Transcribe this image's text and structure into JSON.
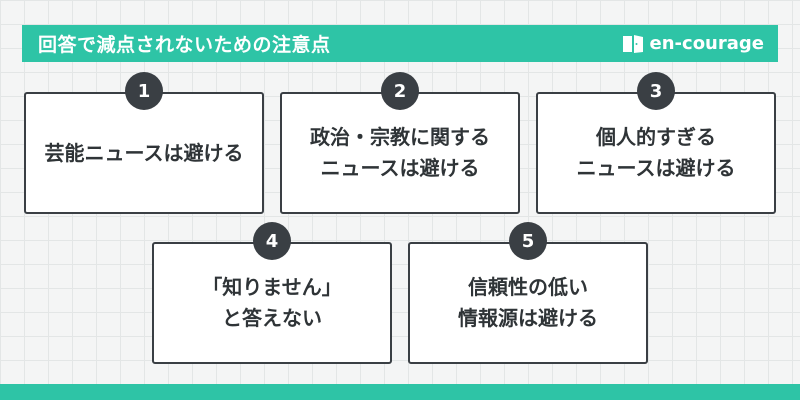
{
  "header": {
    "title": "回答で減点されないための注意点",
    "brand": "en-courage"
  },
  "cards": [
    {
      "number": "1",
      "lines": [
        "芸能ニュースは避ける"
      ]
    },
    {
      "number": "2",
      "lines": [
        "政治・宗教に関する",
        "ニュースは避ける"
      ]
    },
    {
      "number": "3",
      "lines": [
        "個人的すぎる",
        "ニュースは避ける"
      ]
    },
    {
      "number": "4",
      "lines": [
        "「知りません」",
        "と答えない"
      ]
    },
    {
      "number": "5",
      "lines": [
        "信頼性の低い",
        "情報源は避ける"
      ]
    }
  ],
  "colors": {
    "accent": "#2ec4a6",
    "card_border": "#3a3f44",
    "text": "#2f3437"
  }
}
